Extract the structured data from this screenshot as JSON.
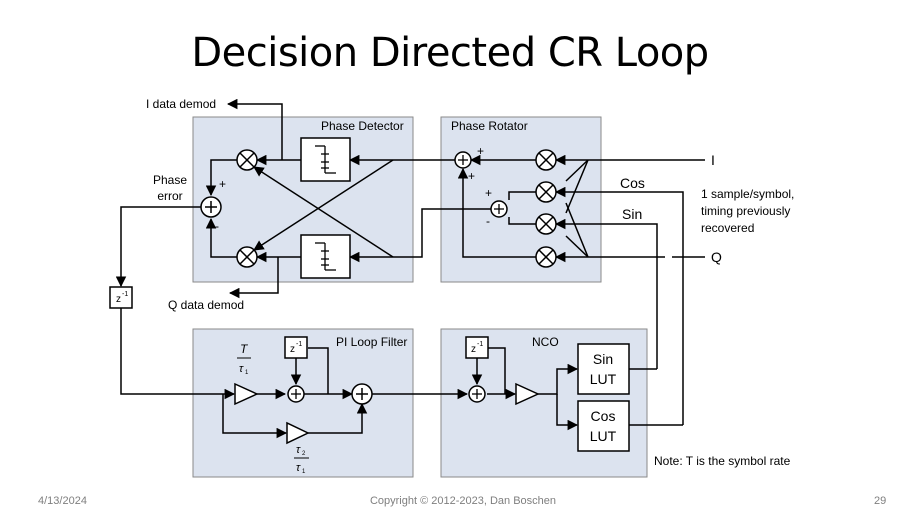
{
  "slide": {
    "title": "Decision Directed CR Loop",
    "footer": {
      "date": "4/13/2024",
      "copyright": "Copyright © 2012-2023, Dan Boschen",
      "page": "29"
    }
  },
  "diagram": {
    "blocks": {
      "phase_detector": "Phase Detector",
      "phase_rotator": "Phase Rotator",
      "pi_loop_filter": "PI Loop Filter",
      "nco": "NCO"
    },
    "labels": {
      "i_data_demod": "I data demod",
      "q_data_demod": "Q data demod",
      "phase_error_line1": "Phase",
      "phase_error_line2": "error",
      "i_input": "I",
      "q_input": "Q",
      "cos": "Cos",
      "sin": "Sin",
      "note_line1": "1 sample/symbol,",
      "note_line2": "timing previously",
      "note_line3": "recovered",
      "symbol_rate_note": "Note: T is the symbol rate",
      "sin_lut_line1": "Sin",
      "sin_lut_line2": "LUT",
      "cos_lut_line1": "Cos",
      "cos_lut_line2": "LUT",
      "delay_z": "z",
      "delay_exp": "-1",
      "plus": "+",
      "minus": "-",
      "gain_T": "T",
      "tau": "τ",
      "sub1": "1",
      "sub2": "2"
    }
  },
  "colors": {
    "block_fill": "#dce3ef",
    "block_stroke": "#8a8a8a",
    "line": "#000000",
    "footer_text": "#7f7f7f"
  }
}
